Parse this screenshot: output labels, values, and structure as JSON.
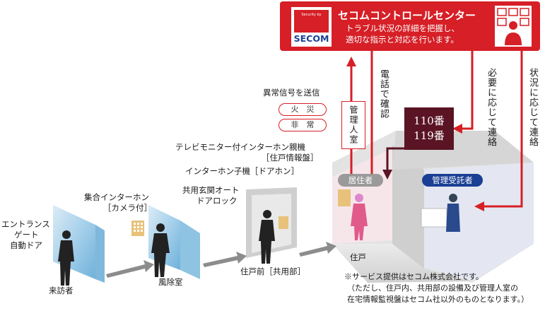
{
  "control_center": {
    "brand": "SECOM",
    "brand_tagline": "Security by",
    "title": "セコムコントロールセンター",
    "desc_line1": "トラブル状況の詳細を把握し、",
    "desc_line2": "適切な指示と対応を行います。"
  },
  "signal": {
    "heading": "異常信号を送信",
    "fire": "火　災",
    "emergency": "非　常"
  },
  "links": {
    "phone_confirm": "電話で確認",
    "contact_as_needed": "必要に応じて連絡",
    "contact_by_situation": "状況に応じて連絡",
    "manager_room": "管理人室"
  },
  "police": {
    "line1": "110番",
    "line2": "119番"
  },
  "badges": {
    "resident": "居住者",
    "manager": "管理受託者"
  },
  "labels": {
    "tv_monitor_l1": "テレビモニター付インターホン親機",
    "tv_monitor_l2": "［住戸情報盤］",
    "door_phone": "インターホン子機［ドアホン］",
    "shared_entrance_l1": "共用玄関オート",
    "shared_entrance_l2": "ドアロック",
    "intercom_l1": "集合インターホン",
    "intercom_l2": "［カメラ付］",
    "entrance_l1": "エントランス",
    "entrance_l2": "ゲート",
    "entrance_l3": "自動ドア",
    "visitor": "来訪者",
    "windbreak": "風除室",
    "unit_front": "住戸前［共用部］",
    "dwelling": "住戸"
  },
  "footnote": {
    "line1": "※サービス提供はセコム株式会社です。",
    "line2": "（ただし、住戸内、共用部の設備及び管理人室の",
    "line3": "在宅情報監視盤はセコム社以外のものとなります。）"
  },
  "colors": {
    "accent_red": "#d61f26",
    "police_box": "#5a1424",
    "resident_badge": "#9a9a9a",
    "manager_badge": "#1a3f94"
  }
}
